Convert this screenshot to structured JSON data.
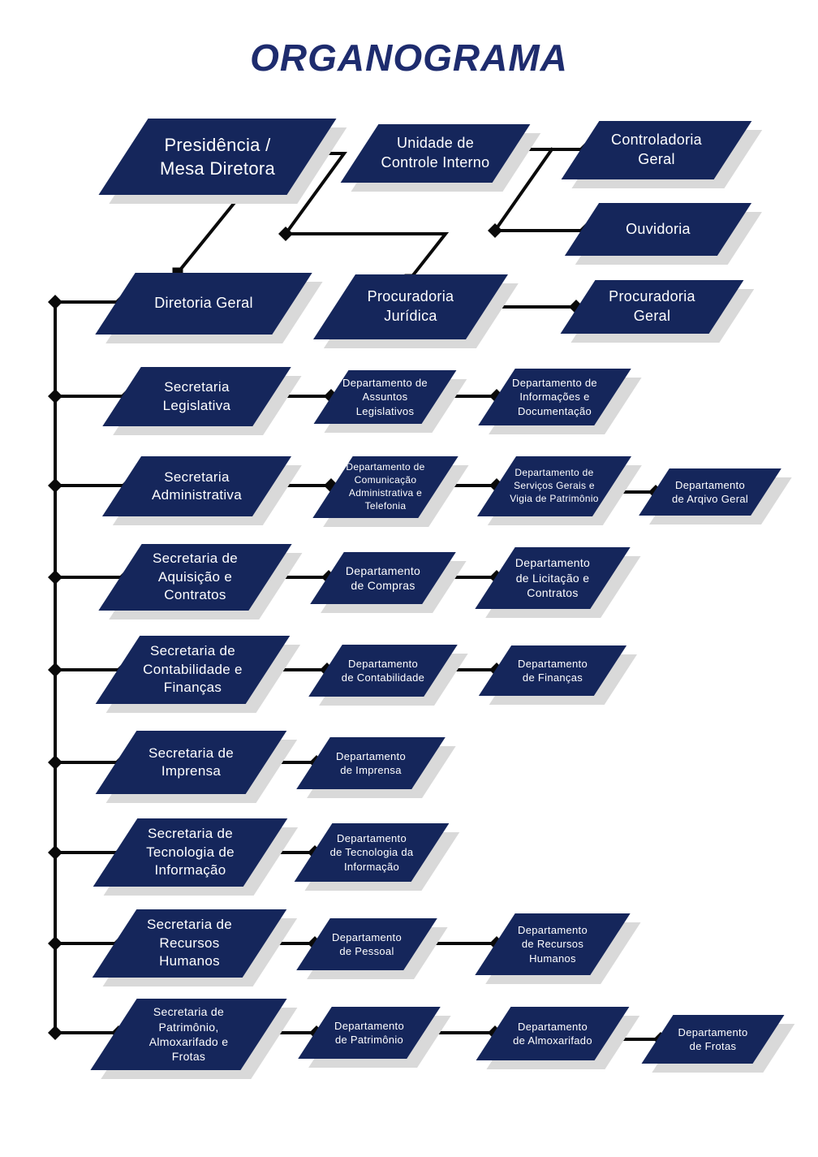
{
  "title": "ORGANOGRAMA",
  "colors": {
    "box_navy": "#15265B",
    "shadow_gray": "#D9D9D9",
    "connector_black": "#0A0A0A",
    "title_navy": "#1E2C6E",
    "text_white": "#FFFFFF"
  },
  "nodes": {
    "presidencia": "Presidência /\nMesa Diretora",
    "unidade_controle": "Unidade de\nControle Interno",
    "controladoria": "Controladoria\nGeral",
    "ouvidoria": "Ouvidoria",
    "diretoria": "Diretoria Geral",
    "proc_juridica": "Procuradoria\nJurídica",
    "proc_geral": "Procuradoria\nGeral",
    "sec_legislativa": "Secretaria\nLegislativa",
    "dep_assuntos": "Departamento de\nAssuntos\nLegislativos",
    "dep_informacoes": "Departamento de\nInformações e\nDocumentação",
    "sec_administrativa": "Secretaria\nAdministrativa",
    "dep_comunicacao": "Departamento de\nComunicação\nAdministrativa e\nTelefonia",
    "dep_servicos": "Departamento de\nServiços Gerais e\nVigia de Patrimônio",
    "dep_arqivo": "Departamento\nde Arqivo Geral",
    "sec_aquisicao": "Secretaria de\nAquisição e\nContratos",
    "dep_compras": "Departamento\nde Compras",
    "dep_licitacao": "Departamento\nde Licitação e\nContratos",
    "sec_contabilidade": "Secretaria de\nContabilidade e\nFinanças",
    "dep_contabilidade": "Departamento\nde Contabilidade",
    "dep_financas": "Departamento\nde Finanças",
    "sec_imprensa": "Secretaria de\nImprensa",
    "dep_imprensa": "Departamento\nde Imprensa",
    "sec_tecnologia": "Secretaria de\nTecnologia de\nInformação",
    "dep_tecnologia": "Departamento\nde Tecnologia da\nInformação",
    "sec_rh": "Secretaria de\nRecursos\nHumanos",
    "dep_pessoal": "Departamento\nde Pessoal",
    "dep_rh": "Departamento\nde Recursos\nHumanos",
    "sec_patrimonio": "Secretaria de\nPatrimônio,\nAlmoxarifado e\nFrotas",
    "dep_patrimonio": "Departamento\nde Patrimônio",
    "dep_almoxarifado": "Departamento\nde Almoxarifado",
    "dep_frotas": "Departamento\nde Frotas"
  }
}
